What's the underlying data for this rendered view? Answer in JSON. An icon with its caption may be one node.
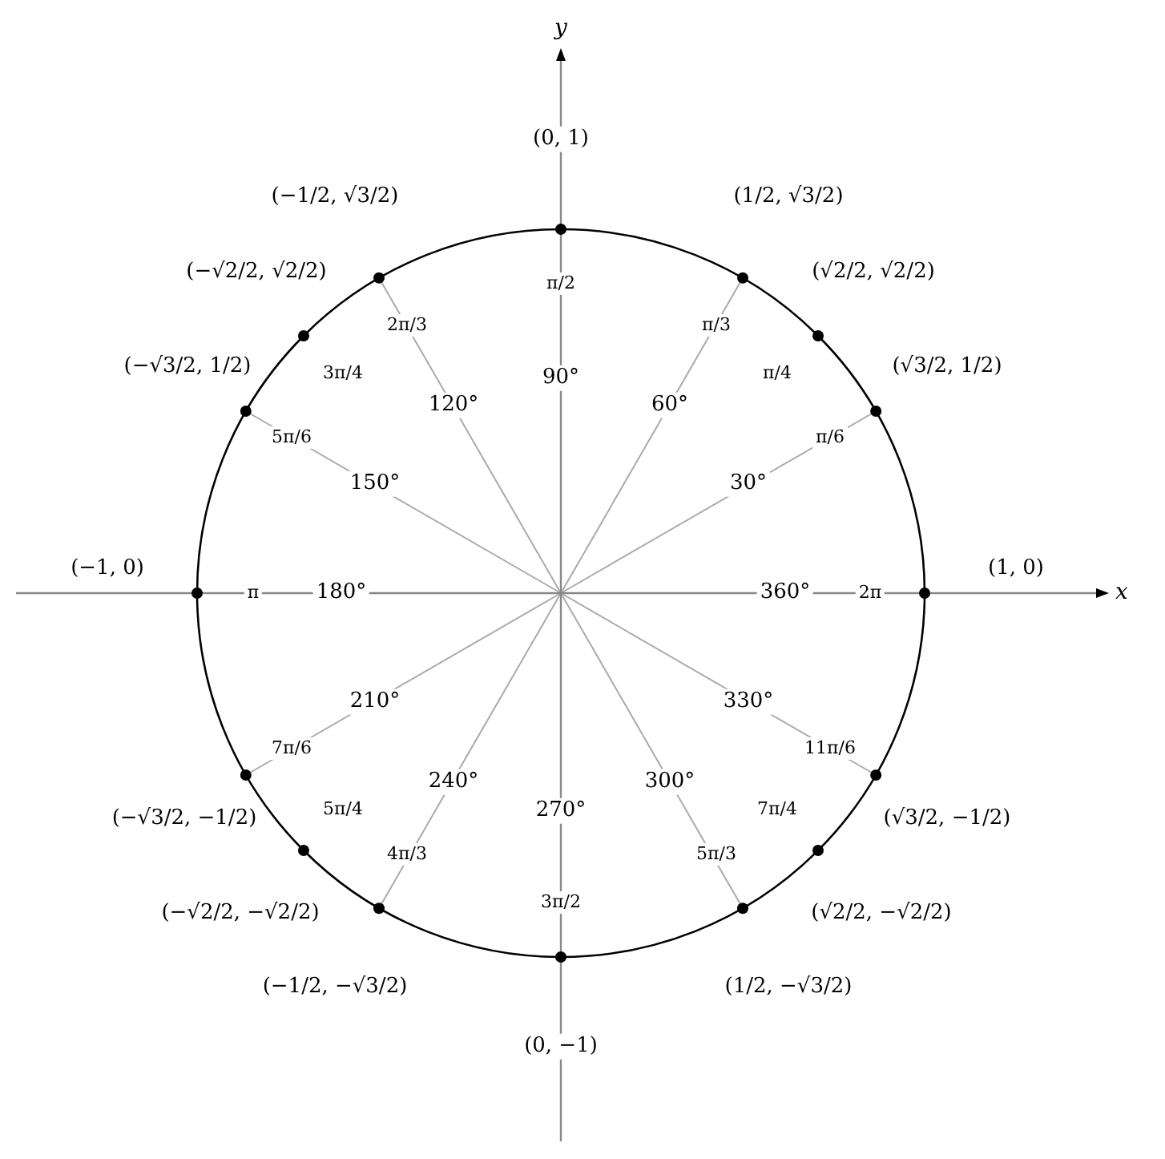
{
  "diagram": {
    "labels": [
      "y",
      "(0, 1)",
      "(−1/2, √3/2)",
      "(1/2, √3/2)",
      "(−√2/2, √2/2)",
      "π/2",
      "(√2/2, √2/2)",
      "2π/3",
      "π/3",
      "(−√3/2, 1/2)",
      "3π/4",
      "90°",
      "π/4",
      "(√3/2, 1/2)",
      "120°",
      "60°",
      "5π/6",
      "π/6",
      "150°",
      "30°",
      "(−1, 0)",
      "(1, 0)",
      "π",
      "180°",
      "360°",
      "2π",
      "x",
      "210°",
      "330°",
      "7π/6",
      "11π/6",
      "240°",
      "300°",
      "5π/4",
      "270°",
      "7π/4",
      "(−√3/2, −1/2)",
      "(√3/2, −1/2)",
      "4π/3",
      "5π/3",
      "(−√2/2, −√2/2)",
      "3π/2",
      "(√2/2, −√2/2)",
      "(−1/2, −√3/2)",
      "(1/2, −√3/2)",
      "(0, −1)"
    ]
  }
}
